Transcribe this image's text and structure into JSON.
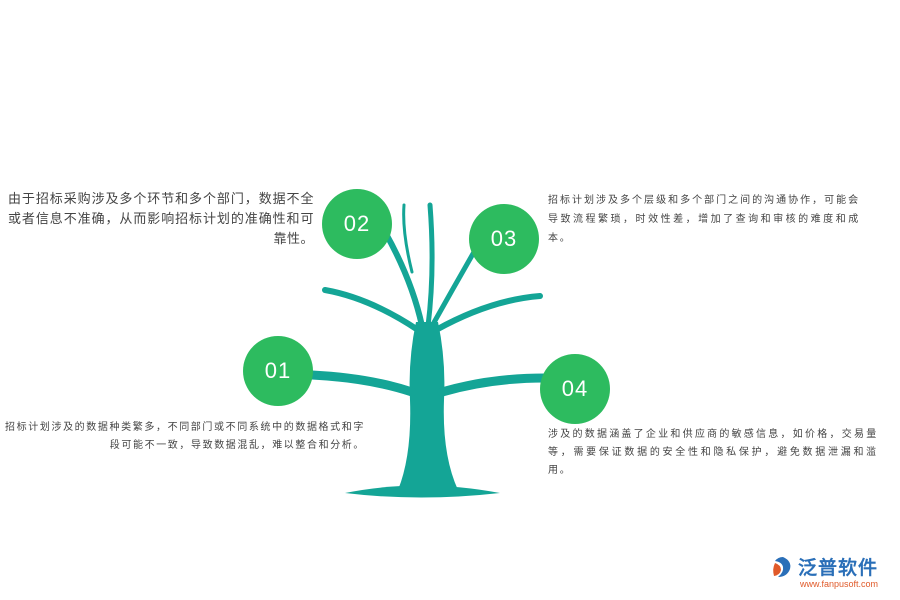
{
  "colors": {
    "trunk": "#14a596",
    "badge": "#2dbb5f",
    "logo_blue": "#2a6fb8",
    "logo_orange": "#e05a2a"
  },
  "items": [
    {
      "num": "01",
      "text": "招标计划涉及的数据种类繁多，不同部门或不同系统中的数据格式和字段可能不一致，导致数据混乱，难以整合和分析。"
    },
    {
      "num": "02",
      "text": "由于招标采购涉及多个环节和多个部门，数据不全或者信息不准确，从而影响招标计划的准确性和可靠性。"
    },
    {
      "num": "03",
      "text": "招标计划涉及多个层级和多个部门之间的沟通协作，可能会导致流程繁琐，时效性差，增加了查询和审核的难度和成本。"
    },
    {
      "num": "04",
      "text": "涉及的数据涵盖了企业和供应商的敏感信息，如价格，交易量等，需要保证数据的安全性和隐私保护，避免数据泄漏和滥用。"
    }
  ],
  "logo": {
    "name": "泛普软件",
    "url": "www.fanpusoft.com",
    "icon": "fanpu-logo-icon"
  }
}
